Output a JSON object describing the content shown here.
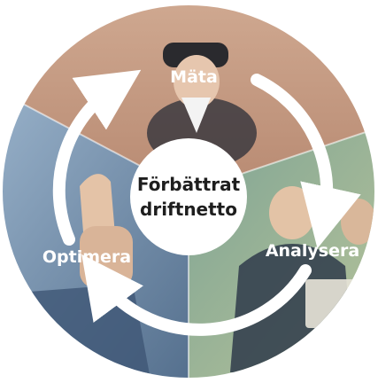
{
  "center": {
    "line1": "Förbättrat",
    "line2": "driftnetto"
  },
  "stages": [
    {
      "label": "Mäta"
    },
    {
      "label": "Analysera"
    },
    {
      "label": "Optimera"
    }
  ],
  "colors": {
    "segment_top": "#c79a82",
    "segment_right": "#8fae8e",
    "segment_left": "#7d9bb8",
    "arrow": "#ffffff",
    "center_fill": "#ffffff",
    "center_text": "#1e1e1e"
  }
}
